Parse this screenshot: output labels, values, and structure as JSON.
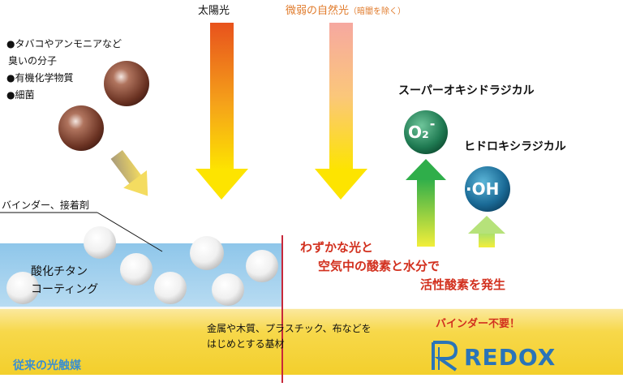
{
  "bullets": [
    "●タバコやアンモニアなど",
    "臭いの分子",
    "●有機化学物質",
    "●細菌"
  ],
  "sun_label": "太陽光",
  "weak_light_label": "微弱の自然光",
  "weak_light_note": "（暗闇を除く）",
  "binder_label": "バインダー、接着剤",
  "coating_line1": "酸化チタン",
  "coating_line2": "コーティング",
  "superoxide_label": "スーパーオキシドラジカル",
  "superoxide_symbol": "O₂",
  "superoxide_charge": "-",
  "hydroxyl_label": "ヒドロキシラジカル",
  "hydroxyl_symbol": "·OH",
  "redox_line1": "わずかな光と",
  "redox_line2": "空気中の酸素と水分で",
  "redox_line3": "活性酸素を発生",
  "substrate_line1": "金属や木質、プラスチック、布などを",
  "substrate_line2": "はじめとする基材",
  "no_binder_label": "バインダー不要！",
  "conventional_label": "従来の光触媒",
  "logo_text": "REDOX",
  "colors": {
    "substrate_yellow": "#f7d84a",
    "coating_blue": "#a9d3ee",
    "divider_red": "#c8283a",
    "red_text": "#d2301e",
    "logo_blue": "#2a74b8"
  }
}
